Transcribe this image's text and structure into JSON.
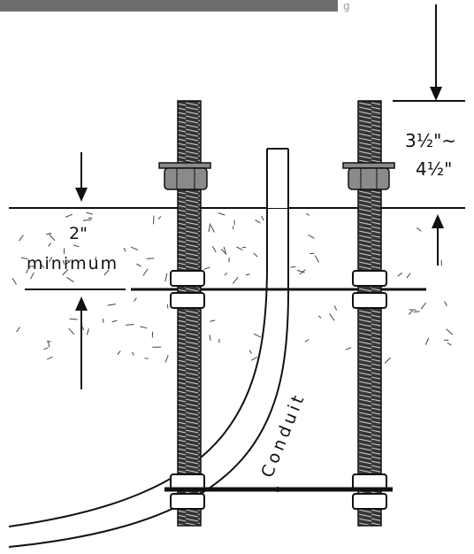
{
  "labels": {
    "top_dimension_line1": "3½\"~",
    "top_dimension_line2": "4½\"",
    "embed_dimension_line1": "2\"",
    "embed_dimension_line2": "minimum",
    "conduit_label": "Conduit"
  },
  "colors": {
    "header_bar": "#6d6d6d",
    "ink": "#111111",
    "nut_fill": "#8a8a8a",
    "concrete_dash": "#444444"
  }
}
